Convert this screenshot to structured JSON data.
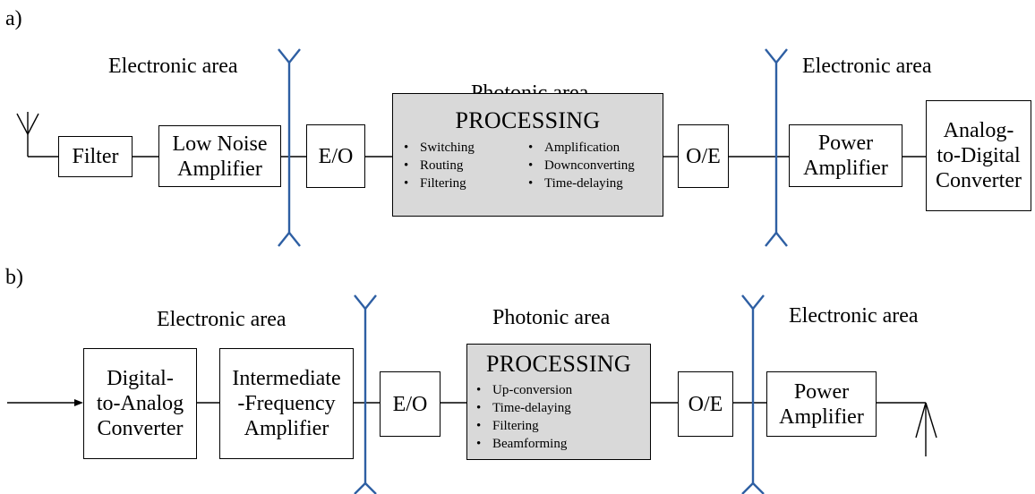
{
  "part_a": {
    "label": "a)",
    "regions": {
      "left": "Electronic area",
      "middle": "Photonic area",
      "right": "Electronic area"
    },
    "blocks": {
      "filter": "Filter",
      "lna": "Low Noise\nAmplifier",
      "eo": "E/O",
      "oe": "O/E",
      "pa": "Power\nAmplifier",
      "adc": "Analog-\nto-Digital\nConverter"
    },
    "processing": {
      "title": "PROCESSING",
      "col1": [
        "Switching",
        "Routing",
        "Filtering"
      ],
      "col2": [
        "Amplification",
        "Downconverting",
        "Time-delaying"
      ]
    }
  },
  "part_b": {
    "label": "b)",
    "regions": {
      "left": "Electronic area",
      "middle": "Photonic area",
      "right": "Electronic area"
    },
    "blocks": {
      "dac": "Digital-\nto-Analog\nConverter",
      "ifa": "Intermediate\n-Frequency\nAmplifier",
      "eo": "E/O",
      "oe": "O/E",
      "pa": "Power\nAmplifier"
    },
    "processing": {
      "title": "PROCESSING",
      "items": [
        "Up-conversion",
        "Time-delaying",
        "Filtering",
        "Beamforming"
      ]
    }
  },
  "colors": {
    "boundary": "#2e5fa3",
    "processing_fill": "#d9d9d9",
    "line": "#000000"
  }
}
